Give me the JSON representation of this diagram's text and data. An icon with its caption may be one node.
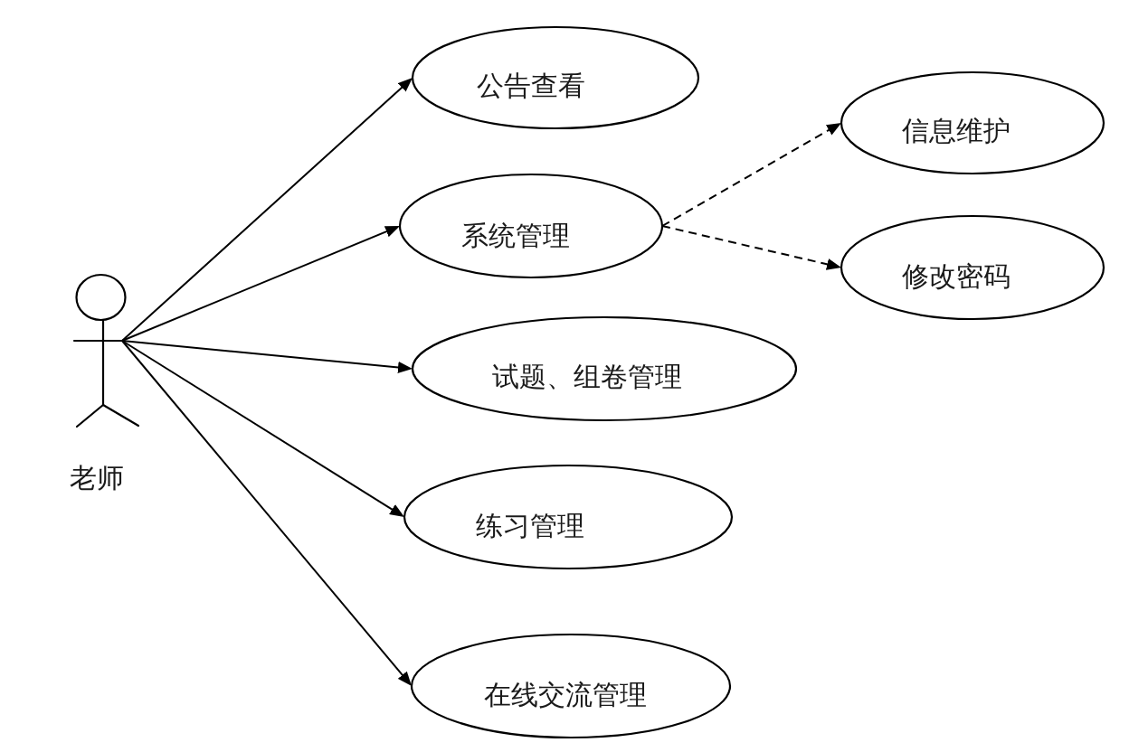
{
  "diagram": {
    "nodes": [
      {
        "text": [],
        "shape": "person",
        "beside": [
          "老师"
        ]
      },
      {
        "text": [
          "公告查看"
        ]
      },
      {
        "text": [
          "系统管理"
        ]
      },
      {
        "text": [
          "试题、组卷管理"
        ]
      },
      {
        "text": [
          "练习管理"
        ]
      },
      {
        "text": [
          "在线交流管理"
        ]
      },
      {
        "text": [
          "信息维护"
        ]
      },
      {
        "text": [
          "修改密码"
        ]
      }
    ],
    "edges": [
      {
        "from": 0,
        "to": 1,
        "arrow": "to"
      },
      {
        "from": 0,
        "to": 2,
        "arrow": "to"
      },
      {
        "from": 0,
        "to": 3,
        "arrow": "to"
      },
      {
        "from": 0,
        "to": 4,
        "arrow": "to"
      },
      {
        "from": 0,
        "to": 5,
        "arrow": "to"
      },
      {
        "from": 2,
        "to": 6,
        "arrow": "to",
        "style": "dashed"
      },
      {
        "from": 2,
        "to": 7,
        "arrow": "to",
        "style": "dashed"
      }
    ]
  }
}
